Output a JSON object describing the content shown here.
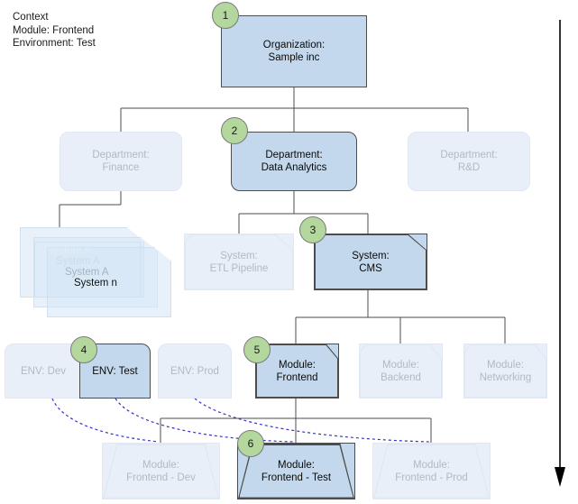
{
  "context": {
    "title": "Context",
    "lines": [
      "Context",
      "Module: Frontend",
      "Environment: Test"
    ],
    "text": "Context\nModule: Frontend\nEnvironment: Test"
  },
  "colors": {
    "active_fill": "#c3d8ec",
    "active_border": "#4d4d4d",
    "faded_fill": "#e8eff8",
    "faded_border": "#dfe8f3",
    "faded_text": "#b3b9c0",
    "badge_fill": "#b4d79e",
    "connector": "#4d4d4d",
    "dashed_link": "#3333cc",
    "flow_arrow": "#000000"
  },
  "organization": {
    "label": "Organization:\nSample inc",
    "badge": "1"
  },
  "departments": [
    {
      "label": "Department:\nFinance",
      "state": "faded",
      "badge": null
    },
    {
      "label": "Department:\nData Analytics",
      "state": "active",
      "badge": "2"
    },
    {
      "label": "Department:\nR&D",
      "state": "faded",
      "badge": null
    }
  ],
  "system_stack": {
    "labels": [
      "System A",
      "System A",
      "System A",
      "System n"
    ]
  },
  "systems": [
    {
      "label": "System:\nETL Pipeline",
      "state": "faded",
      "badge": null
    },
    {
      "label": "System:\nCMS",
      "state": "active",
      "badge": "3"
    }
  ],
  "environments": [
    {
      "label": "ENV: Dev",
      "state": "faded",
      "badge": null
    },
    {
      "label": "ENV: Test",
      "state": "active",
      "badge": "4"
    },
    {
      "label": "ENV: Prod",
      "state": "faded",
      "badge": null
    }
  ],
  "modules": [
    {
      "label": "Module:\nFrontend",
      "state": "active",
      "badge": "5"
    },
    {
      "label": "Module:\nBackend",
      "state": "faded",
      "badge": null
    },
    {
      "label": "Module:\nNetworking",
      "state": "faded",
      "badge": null
    }
  ],
  "deployments": [
    {
      "label": "Module:\nFrontend - Dev",
      "state": "faded",
      "badge": null
    },
    {
      "label": "Module:\nFrontend - Test",
      "state": "active",
      "badge": "6"
    },
    {
      "label": "Module:\nFrontend - Prod",
      "state": "faded",
      "badge": null
    }
  ],
  "flow_arrow": {
    "name": "downward-flow-arrow",
    "direction": "down"
  }
}
